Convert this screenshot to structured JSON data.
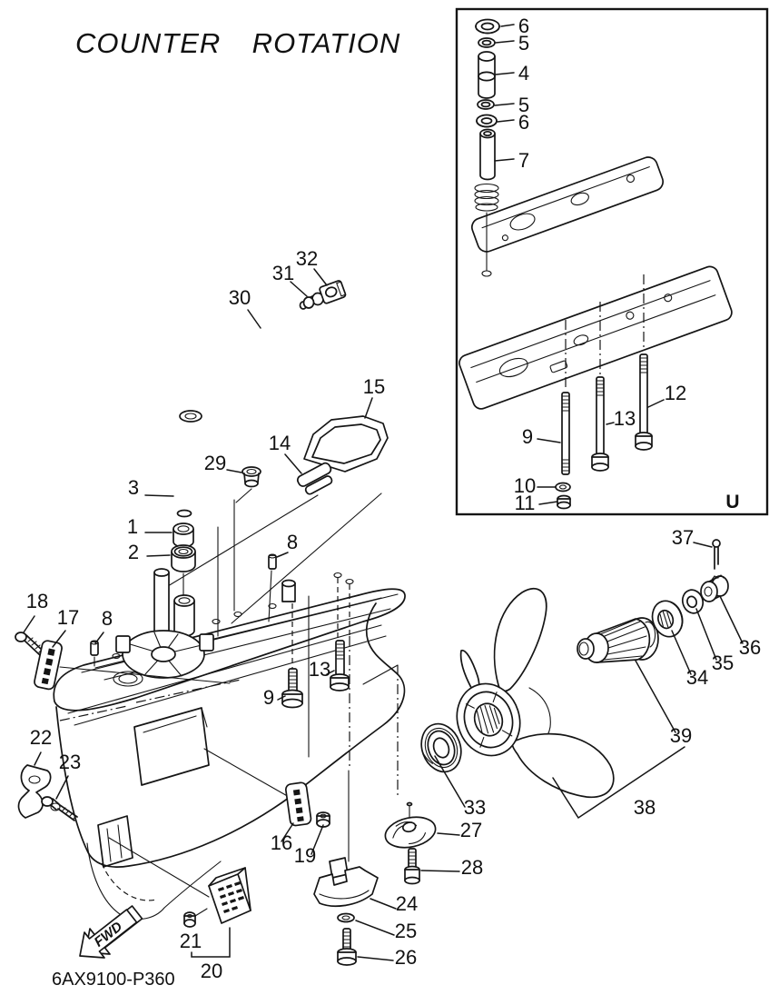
{
  "diagram": {
    "background_color": "#ffffff",
    "line_color": "#151515",
    "description": "Exploded parts diagram of an outboard motor lower-unit gearcase, counter rotation model"
  },
  "labels": {
    "title": "COUNTER ROTATION",
    "part_code": "6AX9100-P360",
    "inset_corner": "U",
    "fwd": "FWD",
    "callouts": {
      "c6a": "6",
      "c5a": "5",
      "c4": "4",
      "c5b": "5",
      "c6b": "6",
      "c7": "7",
      "c32": "32",
      "c31": "31",
      "c30": "30",
      "c15": "15",
      "c14": "14",
      "c29": "29",
      "c3": "3",
      "c1": "1",
      "c2": "2",
      "c8r": "8",
      "c12": "12",
      "c13i": "13",
      "c9i": "9",
      "c10": "10",
      "c11": "11",
      "c37": "37",
      "c18": "18",
      "c17": "17",
      "c8l": "8",
      "c36": "36",
      "c35": "35",
      "c34": "34",
      "c13m": "13",
      "c9m": "9",
      "c39": "39",
      "c22": "22",
      "c23": "23",
      "c33": "33",
      "c38": "38",
      "c16": "16",
      "c19": "19",
      "c27": "27",
      "c28": "28",
      "c24": "24",
      "c25": "25",
      "c26": "26",
      "c21": "21",
      "c20": "20"
    }
  }
}
